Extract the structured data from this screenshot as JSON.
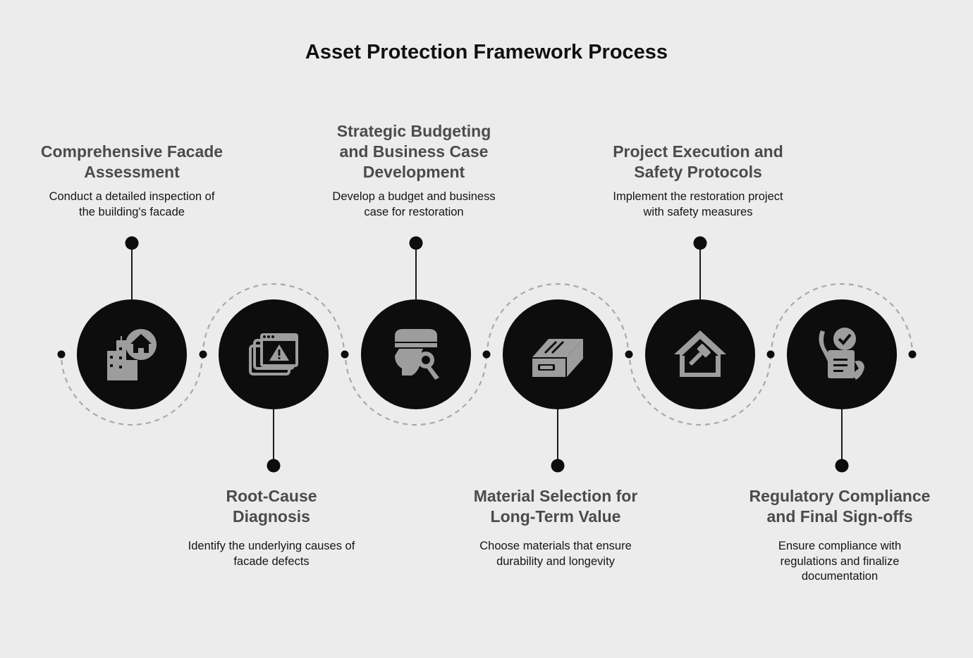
{
  "title": "Asset Protection Framework Process",
  "colors": {
    "background": "#ebeceb",
    "circle_fill": "#0d0d0d",
    "icon_fill": "#9d9d9d",
    "title_text": "#111111",
    "step_title_text": "#4a4c4b",
    "dashed_arc": "#a9a9a9"
  },
  "steps": [
    {
      "title": "Comprehensive Facade Assessment",
      "description": "Conduct a detailed inspection of the building's facade",
      "icon": "building-home-icon",
      "position": "top"
    },
    {
      "title": "Root-Cause Diagnosis",
      "description": "Identify the underlying causes of facade defects",
      "icon": "browser-warning-icon",
      "position": "bottom"
    },
    {
      "title": "Strategic Budgeting and Business Case Development",
      "description": "Develop a budget and business case for restoration",
      "icon": "magnifier-analysis-icon",
      "position": "top"
    },
    {
      "title": "Material Selection for Long-Term Value",
      "description": "Choose materials that ensure durability and longevity",
      "icon": "brick-material-icon",
      "position": "bottom"
    },
    {
      "title": "Project Execution and Safety Protocols",
      "description": "Implement the restoration project with safety measures",
      "icon": "house-hammer-icon",
      "position": "top"
    },
    {
      "title": "Regulatory Compliance and Final Sign-offs",
      "description": "Ensure compliance with regulations and finalize documentation",
      "icon": "checklist-approval-icon",
      "position": "bottom"
    }
  ]
}
